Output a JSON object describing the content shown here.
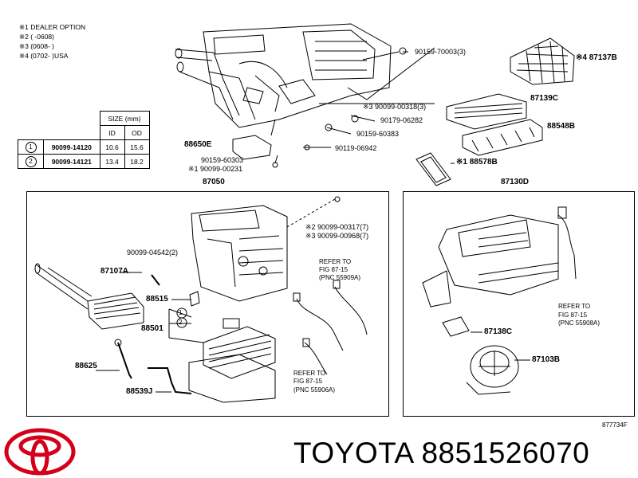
{
  "notes": [
    "※1 DEALER OPTION",
    "※2 (      -0608)",
    "※3 (0608-      )",
    "※4 (0702-      )USA"
  ],
  "size_table": {
    "header": "SIZE (mm)",
    "col_id": "ID",
    "col_od": "OD",
    "rows": [
      {
        "num": "1",
        "part": "90099-14120",
        "id": "10.6",
        "od": "15.6"
      },
      {
        "num": "2",
        "part": "90099-14121",
        "id": "13.4",
        "od": "18.2"
      }
    ]
  },
  "callouts": {
    "p90159_70003": "90159-70003(3)",
    "p87137b": "※4 87137B",
    "p87139c": "87139C",
    "p90099_00318": "※3 90099-00318(3)",
    "p90179_06282": "90179-06282",
    "p88548b": "88548B",
    "p90159_60383": "90159-60383",
    "p88650e": "88650E",
    "p90119_06942": "90119-06942",
    "p88578b": "※1 88578B",
    "p90159_60303": "90159-60303",
    "p90099_00231": "※1 90099-00231",
    "p87050": "87050",
    "p87130d": "87130D",
    "p90099_00317": "※2 90099-00317(7)",
    "p90099_00968": "※3 90099-00968(7)",
    "p90099_04542": "90099-04542(2)",
    "p87107a": "87107A",
    "p88515": "88515",
    "p88501": "88501",
    "p88625": "88625",
    "p88539j": "88539J",
    "p87138c": "87138C",
    "p87103b": "87103B",
    "ref1": [
      "REFER TO",
      "FIG 87-15",
      "(PNC 55909A)"
    ],
    "ref2": [
      "REFER TO",
      "FIG 87-15",
      "(PNC 55906A)"
    ],
    "ref3": [
      "REFER TO",
      "FIG 87-15",
      "(PNC 55908A)"
    ],
    "circle1": "1",
    "circle2": "2"
  },
  "figure_code": "877734F",
  "brand_text": "TOYOTA 8851526070",
  "colors": {
    "logo": "#d4001a",
    "ink": "#000000"
  }
}
